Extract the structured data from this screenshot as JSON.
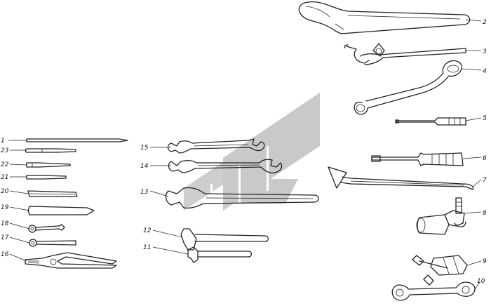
{
  "labels": [
    {
      "id": "1",
      "text": "1"
    },
    {
      "id": "2",
      "text": "2"
    },
    {
      "id": "3",
      "text": "3"
    },
    {
      "id": "4",
      "text": "4"
    },
    {
      "id": "5",
      "text": "5"
    },
    {
      "id": "6",
      "text": "6"
    },
    {
      "id": "7",
      "text": "7"
    },
    {
      "id": "8",
      "text": "8"
    },
    {
      "id": "9",
      "text": "9"
    },
    {
      "id": "10",
      "text": "10"
    },
    {
      "id": "11",
      "text": "11"
    },
    {
      "id": "12",
      "text": "12"
    },
    {
      "id": "13",
      "text": "13"
    },
    {
      "id": "14",
      "text": "14"
    },
    {
      "id": "15",
      "text": "15"
    },
    {
      "id": "16",
      "text": "16"
    },
    {
      "id": "17",
      "text": "17"
    },
    {
      "id": "18",
      "text": "18"
    },
    {
      "id": "19",
      "text": "19"
    },
    {
      "id": "20",
      "text": "20"
    },
    {
      "id": "21",
      "text": "21"
    },
    {
      "id": "22",
      "text": "22"
    },
    {
      "id": "23",
      "text": "23"
    }
  ],
  "colors": {
    "line": "#222222",
    "watermark": "#c9c9c9",
    "background": "#ffffff"
  }
}
